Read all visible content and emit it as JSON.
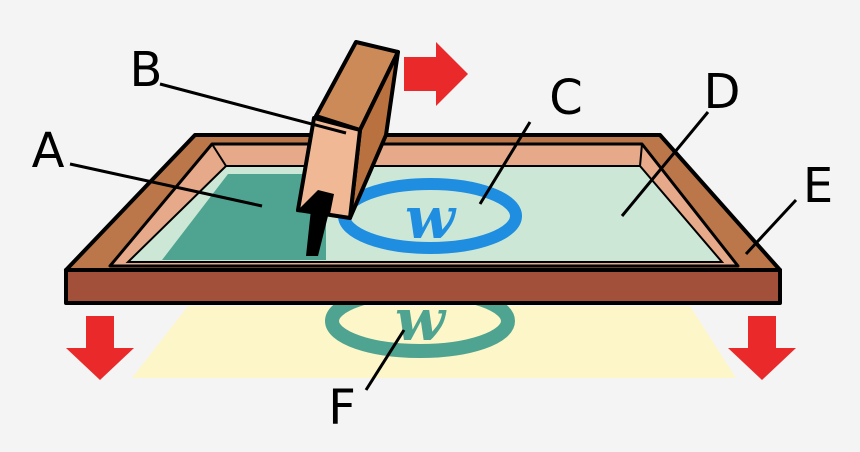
{
  "labels": {
    "a": "A",
    "b": "B",
    "c": "C",
    "d": "D",
    "e": "E",
    "f": "F"
  },
  "logo": {
    "screen_letter": "w",
    "print_letter": "w"
  },
  "colors": {
    "background": "#f4f4f4",
    "frame_top": "#bb7749",
    "frame_front": "#a2503a",
    "frame_inner_rim": "#e6a989",
    "mesh": "#cde7d6",
    "ink": "#4ea490",
    "logo_blue": "#1f8ee0",
    "squeegee_front": "#f0b894",
    "squeegee_top": "#cc8a58",
    "paper": "#fdf6c8",
    "arrow_red": "#ea2a2a"
  }
}
